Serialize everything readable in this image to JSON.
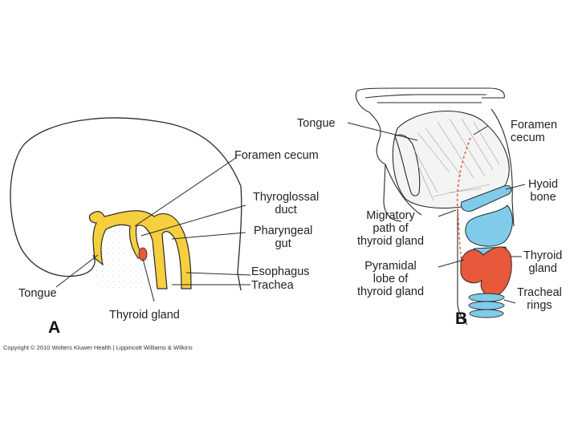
{
  "colors": {
    "duct_yellow": "#f6cf3f",
    "thyroid_red": "#e8583a",
    "hyoid_blue": "#7fcbe9",
    "line": "#2a2a2a"
  },
  "panel_a": {
    "label": "A",
    "labels": {
      "foramen_cecum": "Foramen cecum",
      "thyroglossal_duct": "Thyroglossal\nduct",
      "pharyngeal_gut": "Pharyngeal\ngut",
      "esophagus": "Esophagus",
      "trachea": "Trachea",
      "tongue": "Tongue",
      "thyroid_gland": "Thyroid gland"
    }
  },
  "panel_b": {
    "label": "B",
    "labels": {
      "tongue": "Tongue",
      "foramen_cecum": "Foramen\ncecum",
      "hyoid_bone": "Hyoid\nbone",
      "migratory_path": "Migratory\npath of\nthyroid gland",
      "pyramidal_lobe": "Pyramidal\nlobe of\nthyroid gland",
      "thyroid_gland": "Thyroid\ngland",
      "tracheal_rings": "Tracheal\nrings"
    }
  },
  "copyright": "Copyright © 2010 Wolters Kluwer Health | Lippincott Williams & Wilkins"
}
